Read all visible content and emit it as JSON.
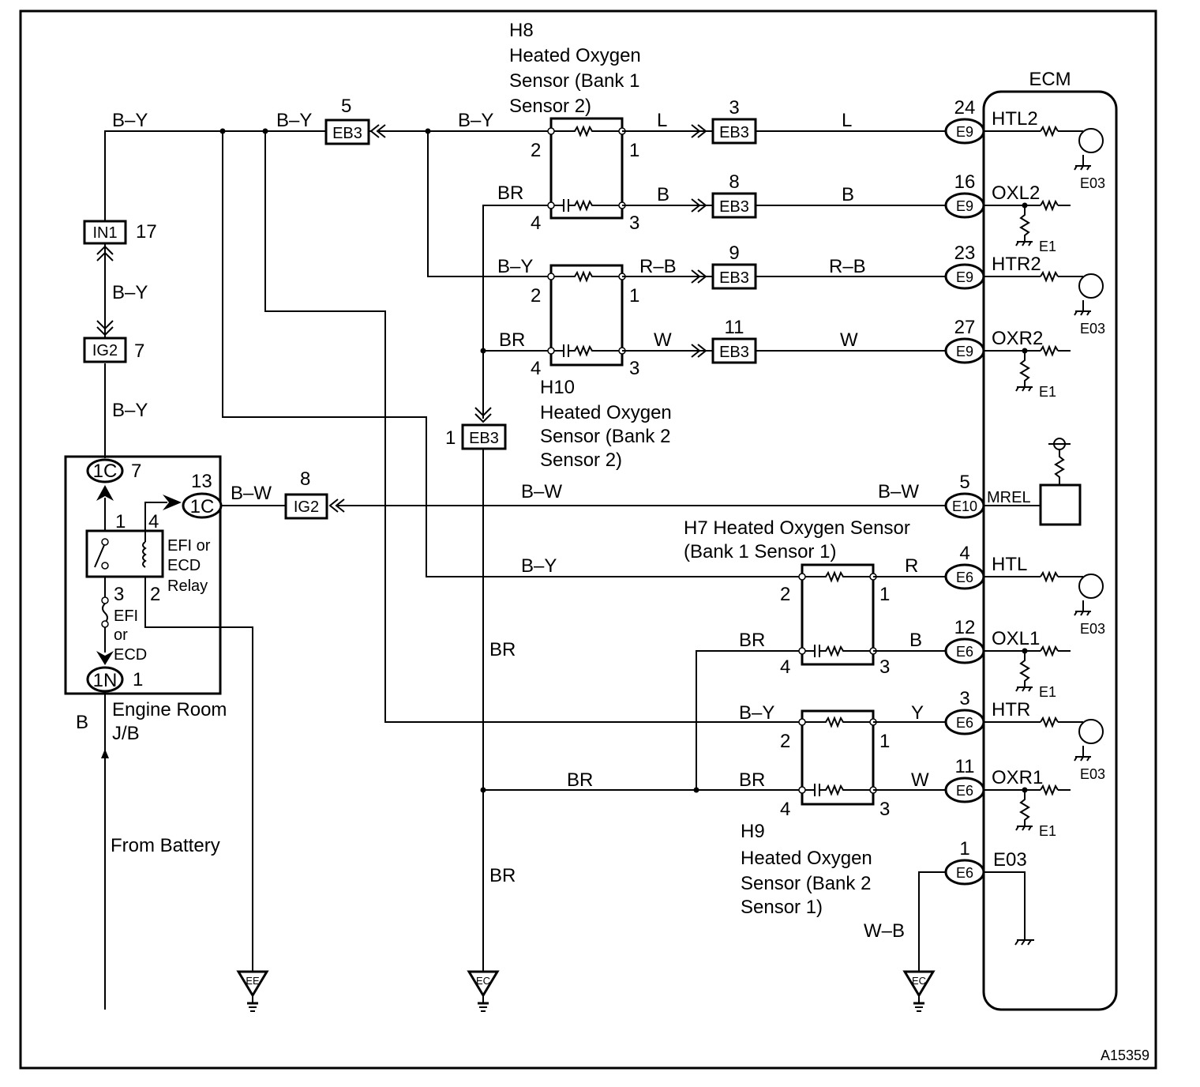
{
  "diagram": {
    "figure_id": "A15359",
    "ecm": {
      "title": "ECM"
    },
    "wire_colors": {
      "b_y": "B–Y",
      "b_w": "B–W",
      "br": "BR",
      "b": "B",
      "l": "L",
      "r_b": "R–B",
      "w": "W",
      "r": "R",
      "y": "Y",
      "w_b": "W–B"
    },
    "sensors": {
      "h8": {
        "id": "H8",
        "line1": "Heated Oxygen",
        "line2": "Sensor (Bank 1",
        "line3": "Sensor 2)"
      },
      "h10": {
        "id": "H10",
        "line1": "Heated Oxygen",
        "line2": "Sensor (Bank 2",
        "line3": "Sensor 2)"
      },
      "h7": {
        "line1": "H7 Heated Oxygen Sensor",
        "line2": "(Bank 1 Sensor 1)"
      },
      "h9": {
        "id": "H9",
        "line1": "Heated Oxygen",
        "line2": "Sensor (Bank 2",
        "line3": "Sensor 1)"
      },
      "pins": {
        "p1": "1",
        "p2": "2",
        "p3": "3",
        "p4": "4"
      }
    },
    "connectors": {
      "eb3": "EB3",
      "in1": "IN1",
      "ig2": "IG2",
      "c1c": "1C",
      "c1n": "1N",
      "e9": "E9",
      "e10": "E10",
      "e6": "E6",
      "pins": {
        "in1": "17",
        "ig2_top": "7",
        "c1c_top": "7",
        "c1c_right": "13",
        "c1n": "1",
        "ig2_mid": "8",
        "eb3_5": "5",
        "eb3_3": "3",
        "eb3_8": "8",
        "eb3_9": "9",
        "eb3_11": "11",
        "eb3_1": "1",
        "e9_24": "24",
        "e9_16": "16",
        "e9_23": "23",
        "e9_27": "27",
        "e10_5": "5",
        "e6_4": "4",
        "e6_12": "12",
        "e6_3": "3",
        "e6_11": "11",
        "e6_1": "1"
      }
    },
    "ecm_terminals": {
      "htl2": "HTL2",
      "oxl2": "OXL2",
      "htr2": "HTR2",
      "oxr2": "OXR2",
      "mrel": "MREL",
      "htl": "HTL",
      "oxl1": "OXL1",
      "htr": "HTR",
      "oxr1": "OXR1",
      "e03": "E03",
      "e1": "E1"
    },
    "relay": {
      "line1": "EFI or",
      "line2": "ECD",
      "line3": "Relay",
      "pin1": "1",
      "pin2": "2",
      "pin3": "3",
      "pin4": "4"
    },
    "fuse": {
      "line1": "EFI",
      "line2": "or",
      "line3": "ECD"
    },
    "junction_block": {
      "line1": "Engine Room",
      "line2": "J/B"
    },
    "source": {
      "label": "From Battery"
    },
    "grounds": {
      "ee": "EE",
      "ec": "EC"
    }
  }
}
